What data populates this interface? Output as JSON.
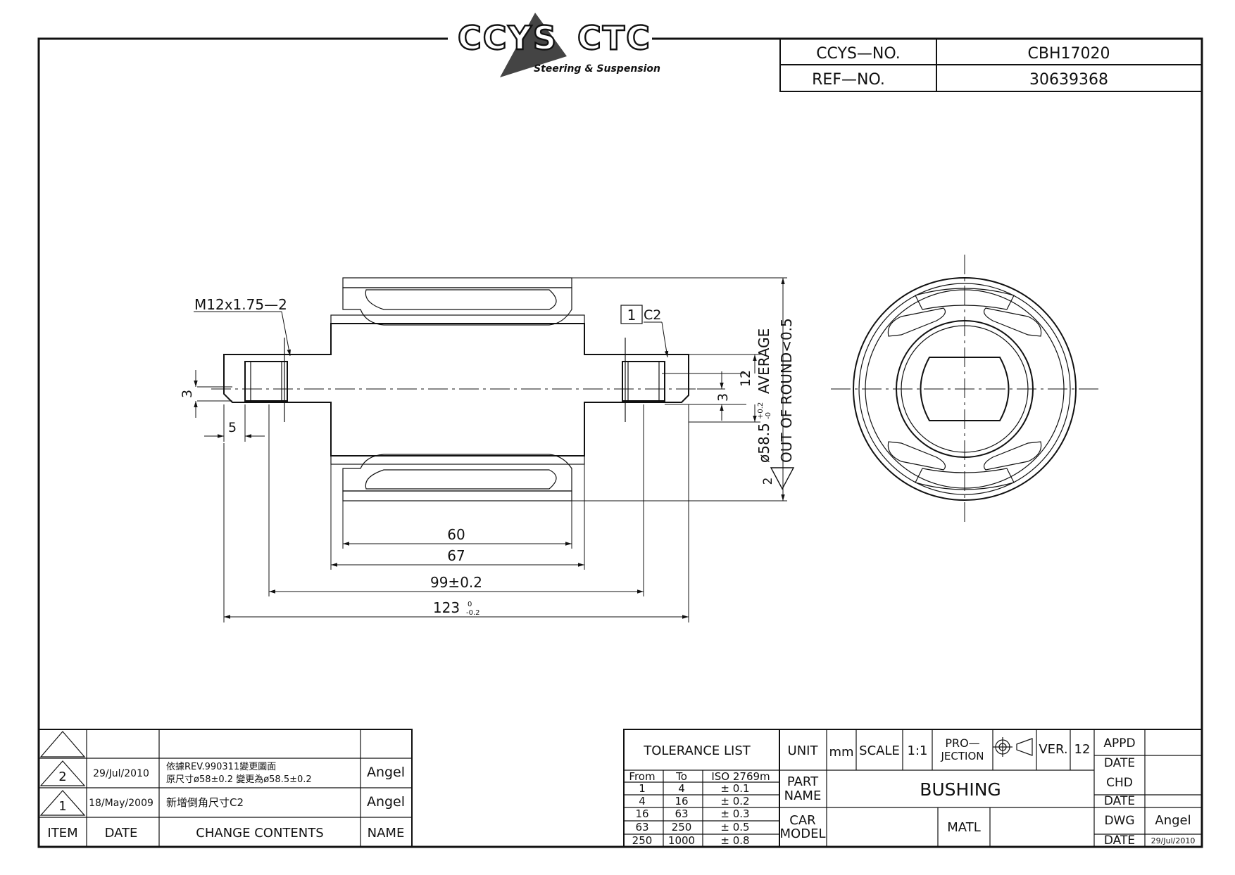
{
  "logo": {
    "text_left": "CCYS",
    "text_right": "CTC",
    "tagline": "Steering & Suspension"
  },
  "header": {
    "ccys_no_label": "CCYS—NO.",
    "ccys_no_value": "CBH17020",
    "ref_no_label": "REF—NO.",
    "ref_no_value": "30639368"
  },
  "drawing": {
    "thread_callout": "M12x1.75—2",
    "chamfer_box": "1",
    "chamfer": "C2",
    "dim_3_left": "3",
    "dim_5": "5",
    "dim_3_right": "3",
    "dim_12": "12",
    "dim_60": "60",
    "dim_67": "67",
    "dim_99": "99±0.2",
    "dim_123_main": "123",
    "dim_123_tol_top": "0",
    "dim_123_tol_bottom": "-0.2",
    "dia_note_marker": "2",
    "dia_note_main": "ø58.5",
    "dia_note_tol_top": "+0.2",
    "dia_note_tol_bottom": "-0",
    "dia_note_suffix": "AVERAGE",
    "round_note": "OUT OF ROUND<0.5"
  },
  "revisions": {
    "headers": {
      "item": "ITEM",
      "date": "DATE",
      "contents": "CHANGE CONTENTS",
      "name": "NAME"
    },
    "rows": [
      {
        "item": "2",
        "date": "29/Jul/2010",
        "line1": "依據REV.990311變更圖面",
        "line2": "原尺寸ø58±0.2 變更為ø58.5±0.2",
        "name": "Angel"
      },
      {
        "item": "1",
        "date": "18/May/2009",
        "line1": "新增倒角尺寸C2",
        "line2": "",
        "name": "Angel"
      }
    ]
  },
  "tolerance": {
    "title": "TOLERANCE LIST",
    "col_from": "From",
    "col_to": "To",
    "col_iso": "ISO 2769m",
    "rows": [
      {
        "from": "1",
        "to": "4",
        "tol": "± 0.1"
      },
      {
        "from": "4",
        "to": "16",
        "tol": "± 0.2"
      },
      {
        "from": "16",
        "to": "63",
        "tol": "± 0.3"
      },
      {
        "from": "63",
        "to": "250",
        "tol": "± 0.5"
      },
      {
        "from": "250",
        "to": "1000",
        "tol": "± 0.8"
      }
    ]
  },
  "titleblock": {
    "unit_label": "UNIT",
    "unit_value": "mm",
    "scale_label": "SCALE",
    "scale_value": "1:1",
    "projection_label_1": "PRO—",
    "projection_label_2": "JECTION",
    "ver_label": "VER.",
    "ver_value": "12",
    "part_label_1": "PART",
    "part_label_2": "NAME",
    "part_value": "BUSHING",
    "car_label_1": "CAR",
    "car_label_2": "MODEL",
    "matl_label": "MATL",
    "appd_label": "APPD",
    "date_label": "DATE",
    "chd_label": "CHD",
    "dwg_label": "DWG",
    "dwg_value": "Angel",
    "dwg_date_value": "29/Jul/2010"
  }
}
